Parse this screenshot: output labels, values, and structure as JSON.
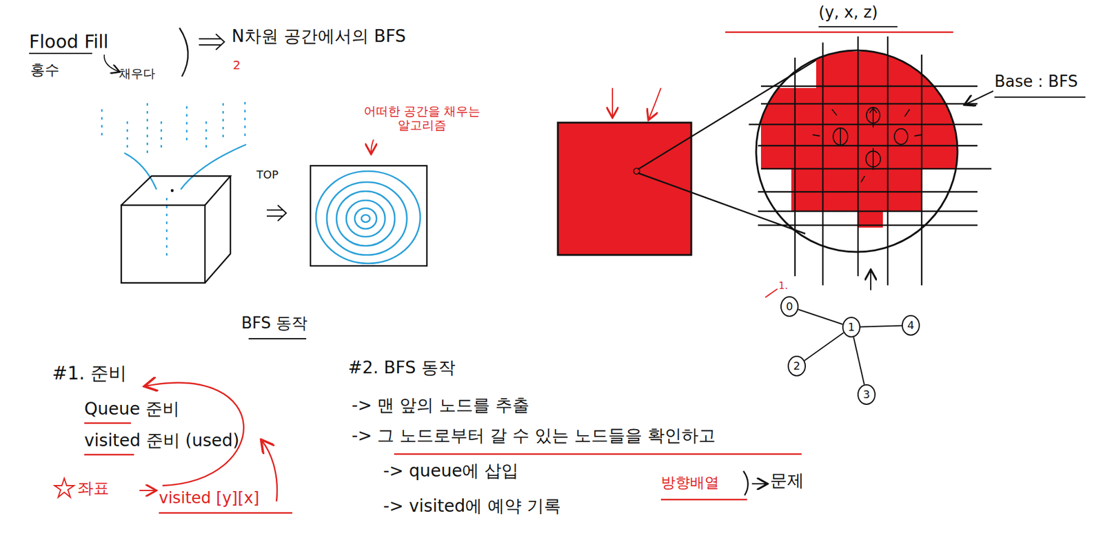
{
  "diagram": {
    "nodes": [
      {
        "text": [
          "0"
        ]
      },
      {
        "text": [
          "1"
        ]
      },
      {
        "text": [
          "2"
        ]
      },
      {
        "text": [
          "3"
        ]
      },
      {
        "text": [
          "4"
        ]
      }
    ],
    "edges": [
      {
        "from": 0,
        "to": 1,
        "arrow": "none"
      },
      {
        "from": 1,
        "to": 2,
        "arrow": "none"
      },
      {
        "from": 1,
        "to": 3,
        "arrow": "none"
      },
      {
        "from": 1,
        "to": 4,
        "arrow": "none"
      }
    ],
    "labels": [
      "Flood Fill",
      "홍수",
      "채우다",
      "N차원 공간에서의 BFS",
      "2",
      "TOP",
      "어떠한 공간을 채우는 알고리즘",
      "BFS 동작",
      "(y, x, z)",
      "Base : BFS",
      "1.",
      "#1. 준비",
      "Queue 준비",
      "visited 준비 (used)",
      "좌표",
      "visited [y][x]",
      "#2. BFS 동작",
      "-> 맨 앞의 노드를 추출",
      "-> 그 노드로부터 갈 수 있는 노드들을 확인하고",
      "-> queue에 삽입",
      "-> visited에 예약 기록",
      "방향배열",
      "문제"
    ]
  }
}
